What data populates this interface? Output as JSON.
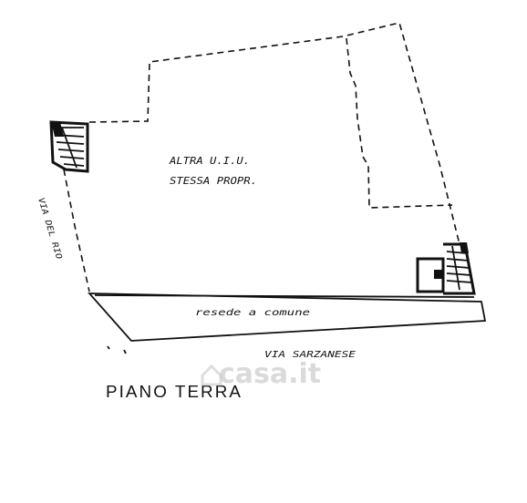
{
  "labels": {
    "altra_uiu": "ALTRA U.I.U.",
    "stessa_propr": "STESSA PROPR.",
    "resede": "resede a comune",
    "via_sarzanese": "VIA SARZANESE",
    "via_del_rio": "VIA DEL RIO",
    "piano_terra": "PIANO TERRA"
  },
  "watermark": {
    "text": "casa.it"
  }
}
